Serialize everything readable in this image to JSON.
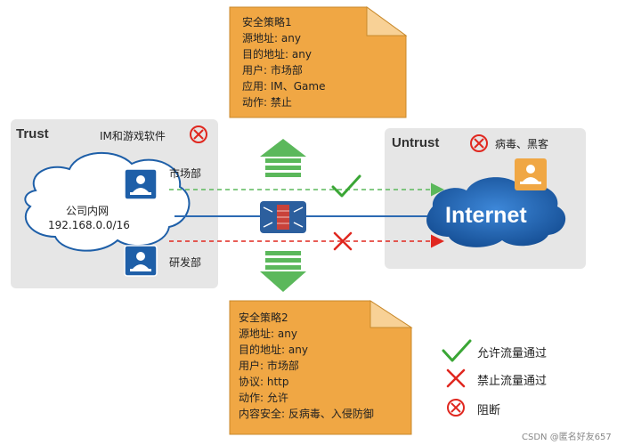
{
  "policy1": {
    "lines": [
      "安全策略1",
      "源地址: any",
      "目的地址: any",
      "用户: 市场部",
      "应用: IM、Game",
      "动作: 禁止"
    ]
  },
  "policy2": {
    "lines": [
      "安全策略2",
      "源地址: any",
      "目的地址: any",
      "用户: 市场部",
      "协议: http",
      "动作: 允许",
      "内容安全: 反病毒、入侵防御"
    ]
  },
  "trust": {
    "title": "Trust",
    "blocked_label": "IM和游戏软件",
    "lan_name": "公司内网",
    "lan_subnet": "192.168.0.0/16",
    "dept_marketing": "市场部",
    "dept_rnd": "研发部"
  },
  "untrust": {
    "title": "Untrust",
    "blocked_label": "病毒、黑客",
    "internet_label": "Internet"
  },
  "legend": {
    "allow": "允许流量通过",
    "deny": "禁止流量通过",
    "block": "阻断"
  },
  "watermark": "CSDN @匿名好友657",
  "colors": {
    "note_fill": "#f0a744",
    "zone_fill": "#e6e6e6",
    "cloud_blue": "#1e5fa8",
    "allow_green": "#3aa635",
    "deny_red": "#e0271f",
    "link_blue": "#2c6ab3"
  }
}
